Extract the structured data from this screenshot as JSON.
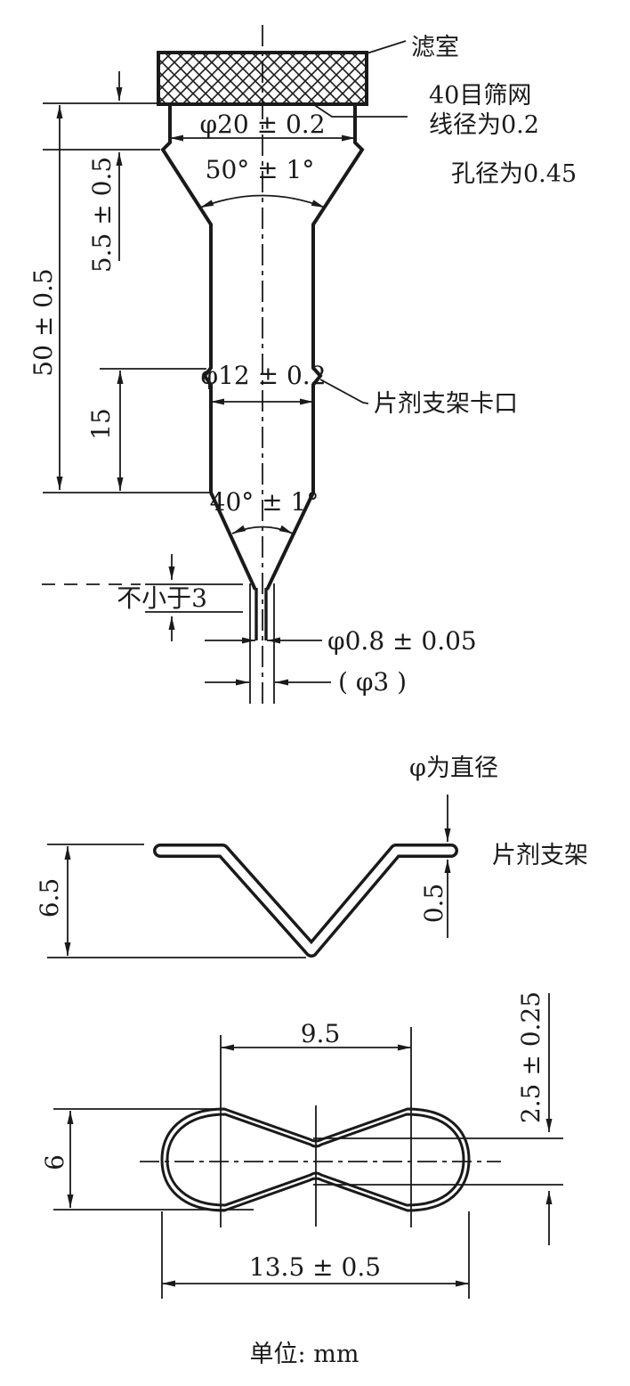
{
  "page": {
    "background": "#ffffff",
    "ink": "#1a1a1a",
    "unit_note": "单位: mm"
  },
  "tube_figure": {
    "filter_chamber_label": "滤室",
    "mesh_note_line1": "40目筛网",
    "mesh_note_line2": "线径为0.2",
    "mesh_note_line3": "孔径为0.45",
    "dim_top_diameter": "φ20 ± 0.2",
    "dim_top_angle": "50° ± 1°",
    "dim_neck_height": "5.5 ± 0.5",
    "dim_total_height": "50 ± 0.5",
    "dim_mid_diameter": "φ12 ± 0.2",
    "notch_label": "片剂支架卡口",
    "dim_mid_height": "15",
    "dim_bottom_angle": "40° ± 1°",
    "dim_tip_length": "不小于3",
    "dim_bore_diameter": "φ0.8 ± 0.05",
    "dim_tip_outer_diameter": "( φ3 )"
  },
  "support_side_figure": {
    "diameter_note": "φ为直径",
    "label": "片剂支架",
    "dim_height": "6.5",
    "dim_wire_thickness": "0.5"
  },
  "support_top_figure": {
    "dim_lobe_span": "9.5",
    "dim_waist_width": "2.5 ± 0.25",
    "dim_lobe_width": "6",
    "dim_total_length": "13.5 ± 0.5"
  }
}
